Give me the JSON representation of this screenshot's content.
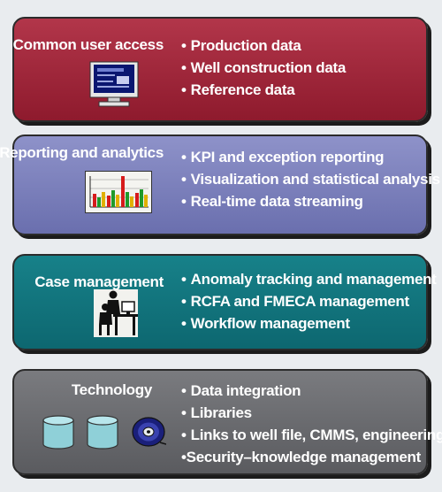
{
  "panels": [
    {
      "title": "Common user access",
      "items": [
        "Production data",
        "Well construction data",
        "Reference data"
      ],
      "icon": "computer-monitor-icon"
    },
    {
      "title": "Reporting and analytics",
      "items": [
        "KPI and exception reporting",
        "Visualization and statistical analysis",
        "Real-time data streaming"
      ],
      "icon": "bar-chart-icon"
    },
    {
      "title": "Case management",
      "items": [
        "Anomaly tracking and management",
        "RCFA and FMECA management",
        "Workflow management"
      ],
      "icon": "people-at-desk-icon"
    },
    {
      "title": "Technology",
      "items": [
        "Data integration",
        "Libraries",
        "Links to well file, CMMS, engineering",
        "Security–knowledge management"
      ],
      "icons": [
        "database-cylinder-icon",
        "database-cylinder-icon",
        "tape-reel-icon"
      ]
    }
  ],
  "bullet_char": "•",
  "colors": {
    "panel1": "#9e2438",
    "panel2": "#7c80bd",
    "panel3": "#127880",
    "panel4": "#6b6c70"
  }
}
